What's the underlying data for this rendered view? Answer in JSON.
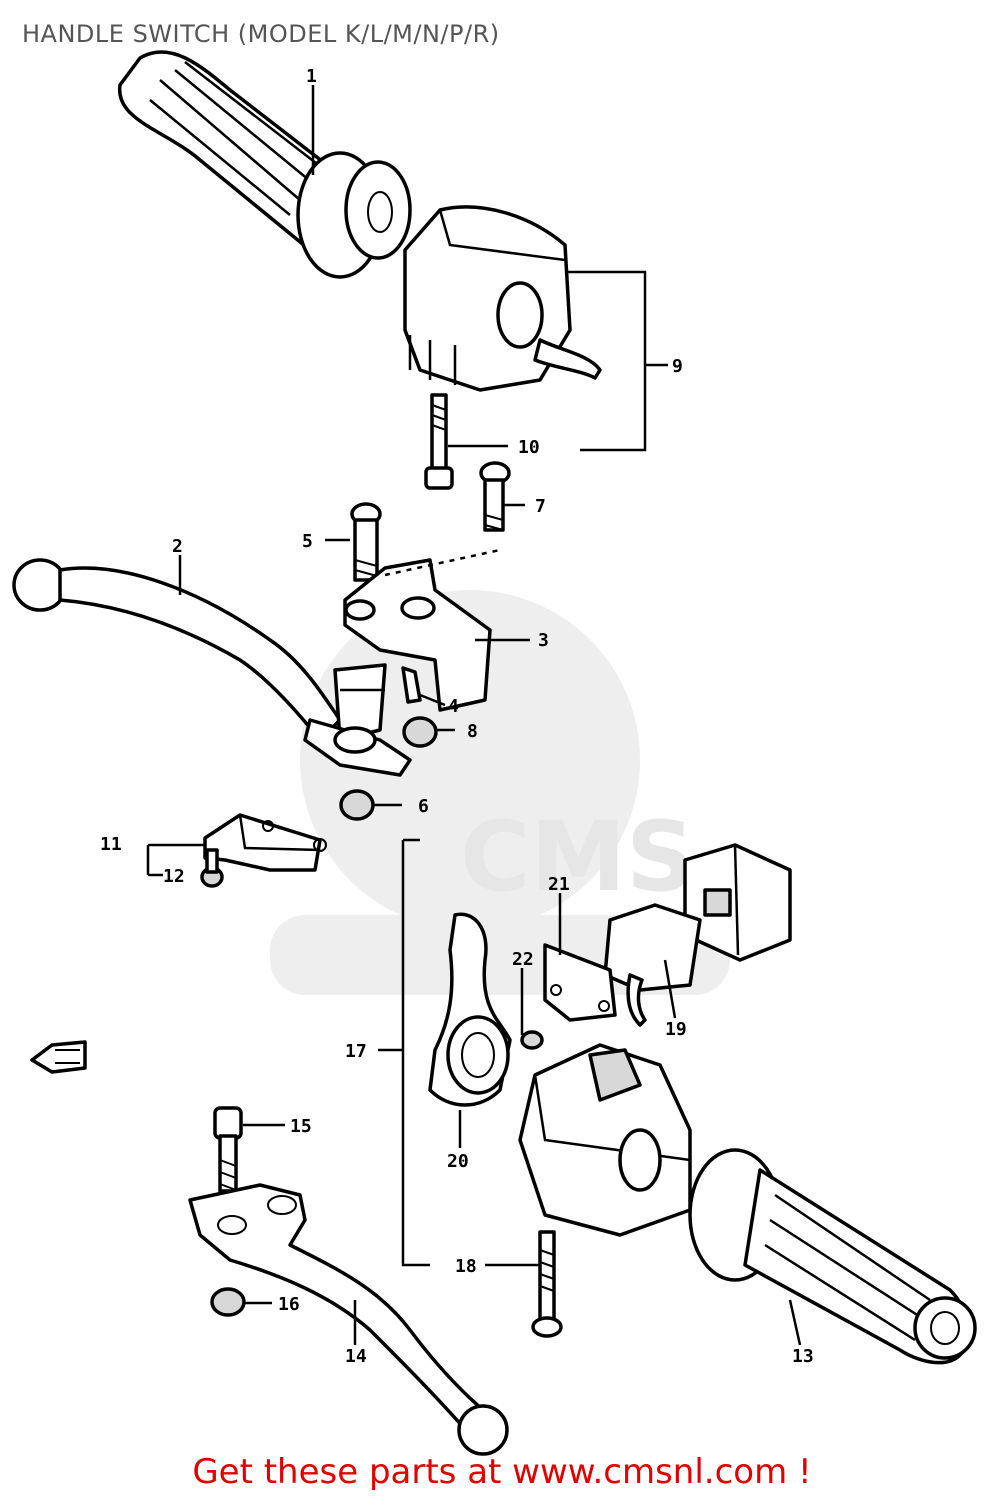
{
  "title": "HANDLE SWITCH (MODEL K/L/M/N/P/R)",
  "footer": "Get these parts at www.cmsnl.com !",
  "watermark": {
    "logo": "CMS",
    "url": "www.cmsnl.com"
  },
  "colors": {
    "footer": "#e00000",
    "title": "#555555"
  },
  "callouts": [
    "1",
    "2",
    "3",
    "4",
    "5",
    "6",
    "7",
    "8",
    "9",
    "10",
    "11",
    "12",
    "13",
    "14",
    "15",
    "16",
    "17",
    "18",
    "19",
    "20",
    "21",
    "22"
  ]
}
